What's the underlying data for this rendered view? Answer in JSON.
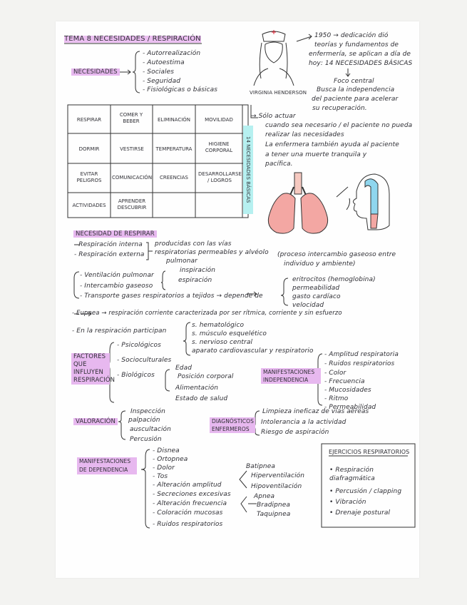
{
  "title": "TEMA 8  NECESIDADES / RESPIRACIÓN",
  "necesidades": {
    "label": "NECESIDADES",
    "items": [
      "- Autorrealización",
      "- Autoestima",
      "- Sociales",
      "- Seguridad",
      "- Fisiológicas o básicas"
    ]
  },
  "table": {
    "rows": [
      [
        "RESPIRAR",
        "COMER Y BEBER",
        "ELIMINACIÓN",
        "MOVILIDAD"
      ],
      [
        "DORMIR",
        "VESTIRSE",
        "TEMPERATURA",
        "HIGIENE CORPORAL"
      ],
      [
        "EVITAR PELIGROS",
        "COMUNICACIÓN",
        "CREENCIAS",
        "DESARROLLARSE / LOGROS"
      ],
      [
        "ACTIVIDADES",
        "APRENDER DESCUBRIR",
        "",
        ""
      ]
    ],
    "side_tab": "14 NECESIDADES BÁSICAS"
  },
  "henderson": {
    "name": "VIRGINIA HENDERSON",
    "notes": [
      "1950 → dedicación dió",
      "teorías y fundamentos de",
      "enfermería, se aplican a día de",
      "hoy: 14 NECESIDADES BÁSICAS",
      "Foco central",
      "Busca la independencia",
      "del paciente para acelerar",
      "su recuperación."
    ],
    "actuar": [
      "→ Sólo actuar",
      "cuando sea necesario / el paciente no pueda",
      "realizar las necesidades",
      "La enfermera también ayuda al paciente",
      "a tener una muerte tranquila y",
      "pacífica."
    ]
  },
  "respirar": {
    "label": "NECESIDAD DE RESPIRAR",
    "lines": [
      "- Respiración interna",
      "- Respiración externa",
      "producidas con las vías",
      "respiratorias permeables y alvéolo",
      "pulmonar",
      "(proceso intercambio gaseoso entre",
      "individuo y ambiente)",
      "- Ventilación pulmonar",
      "inspiración",
      "espiración",
      "- Intercambio gaseoso",
      "- Transporte gases respiratorios a tejidos → depende de",
      "eritrocitos (hemoglobina)",
      "permeabilidad",
      "gasto cardíaco",
      "velocidad",
      "- Eupnea → respiración corriente caracterizada por ser rítmica, corriente y sin esfuerzo",
      "- En la respiración participan",
      "s. hematológico",
      "s. músculo esquelético",
      "s. nervioso central",
      "aparato cardiovascular y respiratorio"
    ]
  },
  "factores": {
    "label": "FACTORES QUE INFLUYEN RESPIRACIÓN",
    "items": [
      "- Psicológicos",
      "- Socioculturales",
      "- Biológicos",
      "Edad",
      "Posición corporal",
      "Alimentación",
      "Estado de salud"
    ]
  },
  "independencia": {
    "label": "MANIFESTACIONES INDEPENDENCIA",
    "items": [
      "- Amplitud respiratoria",
      "- Ruidos respiratorios",
      "- Color",
      "- Frecuencia",
      "- Mucosidades",
      "- Ritmo",
      "- Permeabilidad"
    ]
  },
  "valoracion": {
    "label": "VALORACIÓN",
    "items": [
      "Inspección",
      "palpación",
      "auscultación",
      "Percusión"
    ]
  },
  "diagnosticos": {
    "label": "DIAGNÓSTICOS ENFERMEROS",
    "items": [
      "Limpieza ineficaz de vías aéreas",
      "Intolerancia a la actividad",
      "Riesgo de aspiración"
    ]
  },
  "dependencia": {
    "label": "MANIFESTACIONES DE DEPENDENCIA",
    "items": [
      "- Disnea",
      "- Ortopnea",
      "- Dolor",
      "- Tos",
      "- Alteración amplitud",
      "- Secreciones excesivas",
      "- Alteración frecuencia",
      "- Coloración mucosas",
      "- Ruidos respiratorios"
    ],
    "amplitud": [
      "Batipnea",
      "Hiperventilación",
      "Hipoventilación"
    ],
    "frecuencia": [
      "Apnea",
      "Bradipnea",
      "Taquipnea"
    ]
  },
  "ejercicios": {
    "label": "EJERCICIOS RESPIRATORIOS",
    "items": [
      "• Respiración diafragmática",
      "• Percusión / clapping",
      "• Vibración",
      "• Drenaje postural"
    ]
  }
}
